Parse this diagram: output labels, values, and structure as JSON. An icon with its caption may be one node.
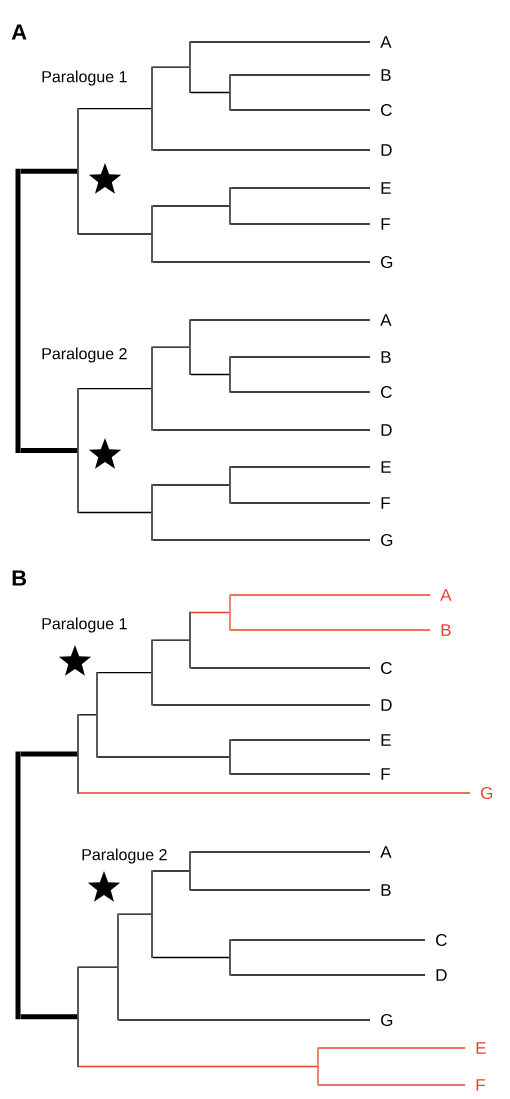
{
  "diagram": {
    "nodes": [
      {
        "text": [],
        "shape": "bar"
      },
      {
        "text": [],
        "shape": "bar"
      },
      {
        "text": [],
        "shape": "bar"
      },
      {
        "text": [],
        "shape": "bar"
      },
      {
        "text": [
          "A"
        ]
      },
      {
        "text": [],
        "shape": "bar"
      },
      {
        "text": [
          "B"
        ]
      },
      {
        "text": [
          "C"
        ]
      },
      {
        "text": [
          "D"
        ]
      },
      {
        "text": [],
        "shape": "bar"
      },
      {
        "text": [],
        "shape": "bar"
      },
      {
        "text": [
          "E"
        ]
      },
      {
        "text": [
          "F"
        ]
      },
      {
        "text": [
          "G"
        ]
      },
      {
        "text": [],
        "shape": "bar"
      },
      {
        "text": [],
        "shape": "bar"
      },
      {
        "text": [],
        "shape": "bar"
      },
      {
        "text": [
          "A"
        ]
      },
      {
        "text": [],
        "shape": "bar"
      },
      {
        "text": [
          "B"
        ]
      },
      {
        "text": [
          "C"
        ]
      },
      {
        "text": [
          "D"
        ]
      },
      {
        "text": [],
        "shape": "bar"
      },
      {
        "text": [],
        "shape": "bar"
      },
      {
        "text": [
          "E"
        ]
      },
      {
        "text": [
          "F"
        ]
      },
      {
        "text": [
          "G"
        ]
      },
      {
        "text": [],
        "shape": "bar"
      },
      {
        "text": [],
        "shape": "bar"
      },
      {
        "text": [],
        "shape": "bar"
      },
      {
        "text": [],
        "shape": "bar"
      },
      {
        "text": [],
        "shape": "bar"
      },
      {
        "text": [],
        "shape": "bar"
      },
      {
        "text": [
          "A"
        ]
      },
      {
        "text": [
          "B"
        ]
      },
      {
        "text": [
          "C"
        ]
      },
      {
        "text": [
          "D"
        ]
      },
      {
        "text": [],
        "shape": "bar"
      },
      {
        "text": [
          "E"
        ]
      },
      {
        "text": [
          "F"
        ]
      },
      {
        "text": [
          "G"
        ]
      },
      {
        "text": [],
        "shape": "bar"
      },
      {
        "text": [],
        "shape": "bar"
      },
      {
        "text": [],
        "shape": "bar"
      },
      {
        "text": [],
        "shape": "bar"
      },
      {
        "text": [
          "A"
        ]
      },
      {
        "text": [
          "B"
        ]
      },
      {
        "text": [],
        "shape": "bar"
      },
      {
        "text": [
          "C"
        ]
      },
      {
        "text": [
          "D"
        ]
      },
      {
        "text": [
          "G"
        ]
      },
      {
        "text": [],
        "shape": "bar"
      },
      {
        "text": [
          "E"
        ]
      },
      {
        "text": [
          "F"
        ]
      }
    ],
    "edges": [
      {
        "from": 0,
        "to": 1,
        "arrow": "none",
        "style": "thick"
      },
      {
        "from": 1,
        "to": 2,
        "arrow": "none"
      },
      {
        "from": 2,
        "to": 3,
        "arrow": "none"
      },
      {
        "from": 3,
        "to": 4,
        "arrow": "none"
      },
      {
        "from": 3,
        "to": 5,
        "arrow": "none"
      },
      {
        "from": 5,
        "to": 6,
        "arrow": "none"
      },
      {
        "from": 5,
        "to": 7,
        "arrow": "none"
      },
      {
        "from": 2,
        "to": 8,
        "arrow": "none"
      },
      {
        "from": 1,
        "to": 9,
        "arrow": "none"
      },
      {
        "from": 9,
        "to": 10,
        "arrow": "none"
      },
      {
        "from": 10,
        "to": 11,
        "arrow": "none"
      },
      {
        "from": 10,
        "to": 12,
        "arrow": "none"
      },
      {
        "from": 9,
        "to": 13,
        "arrow": "none"
      },
      {
        "from": 0,
        "to": 14,
        "arrow": "none",
        "style": "thick"
      },
      {
        "from": 14,
        "to": 15,
        "arrow": "none"
      },
      {
        "from": 15,
        "to": 16,
        "arrow": "none"
      },
      {
        "from": 16,
        "to": 17,
        "arrow": "none"
      },
      {
        "from": 16,
        "to": 18,
        "arrow": "none"
      },
      {
        "from": 18,
        "to": 19,
        "arrow": "none"
      },
      {
        "from": 18,
        "to": 20,
        "arrow": "none"
      },
      {
        "from": 15,
        "to": 21,
        "arrow": "none"
      },
      {
        "from": 14,
        "to": 22,
        "arrow": "none"
      },
      {
        "from": 22,
        "to": 23,
        "arrow": "none"
      },
      {
        "from": 23,
        "to": 24,
        "arrow": "none"
      },
      {
        "from": 23,
        "to": 25,
        "arrow": "none"
      },
      {
        "from": 22,
        "to": 26,
        "arrow": "none"
      },
      {
        "from": 27,
        "to": 28,
        "arrow": "none",
        "style": "thick"
      },
      {
        "from": 28,
        "to": 29,
        "arrow": "none"
      },
      {
        "from": 29,
        "to": 30,
        "arrow": "none"
      },
      {
        "from": 30,
        "to": 31,
        "arrow": "none"
      },
      {
        "from": 31,
        "to": 32,
        "arrow": "none",
        "color": "#e8402a"
      },
      {
        "from": 32,
        "to": 33,
        "arrow": "none",
        "color": "#e8402a"
      },
      {
        "from": 32,
        "to": 34,
        "arrow": "none",
        "color": "#e8402a"
      },
      {
        "from": 31,
        "to": 35,
        "arrow": "none"
      },
      {
        "from": 30,
        "to": 36,
        "arrow": "none"
      },
      {
        "from": 29,
        "to": 37,
        "arrow": "none"
      },
      {
        "from": 37,
        "to": 38,
        "arrow": "none"
      },
      {
        "from": 37,
        "to": 39,
        "arrow": "none"
      },
      {
        "from": 28,
        "to": 40,
        "arrow": "none",
        "color": "#e8402a"
      },
      {
        "from": 27,
        "to": 41,
        "arrow": "none",
        "style": "thick"
      },
      {
        "from": 41,
        "to": 42,
        "arrow": "none"
      },
      {
        "from": 42,
        "to": 43,
        "arrow": "none"
      },
      {
        "from": 43,
        "to": 44,
        "arrow": "none"
      },
      {
        "from": 44,
        "to": 45,
        "arrow": "none"
      },
      {
        "from": 44,
        "to": 46,
        "arrow": "none"
      },
      {
        "from": 43,
        "to": 47,
        "arrow": "none"
      },
      {
        "from": 47,
        "to": 48,
        "arrow": "none"
      },
      {
        "from": 47,
        "to": 49,
        "arrow": "none"
      },
      {
        "from": 42,
        "to": 50,
        "arrow": "none"
      },
      {
        "from": 41,
        "to": 51,
        "arrow": "none",
        "color": "#e8402a"
      },
      {
        "from": 51,
        "to": 52,
        "arrow": "none",
        "color": "#e8402a"
      },
      {
        "from": 51,
        "to": 53,
        "arrow": "none",
        "color": "#e8402a"
      }
    ],
    "labels": [
      "A",
      "Paralogue 1",
      "Paralogue 2",
      "B",
      "Paralogue 1",
      "Paralogue 2"
    ]
  }
}
